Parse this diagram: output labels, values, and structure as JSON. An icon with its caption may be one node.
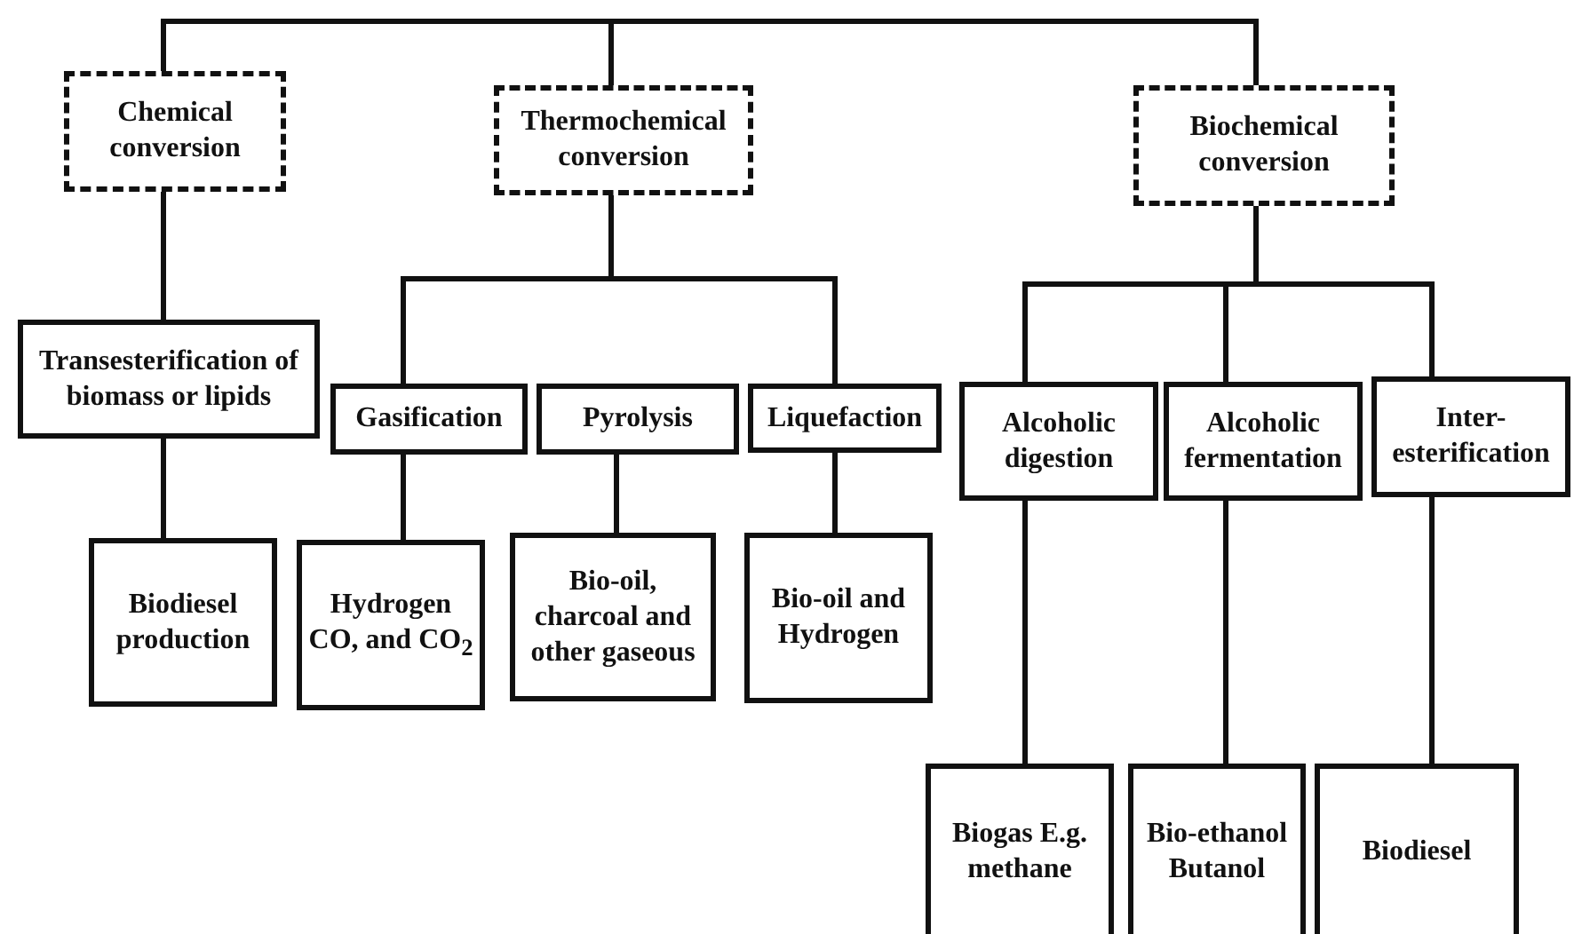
{
  "diagram": {
    "nodes": [
      {
        "text": [
          "Chemical conversion"
        ]
      },
      {
        "text": [
          "Thermochemical conversion"
        ]
      },
      {
        "text": [
          "Biochemical conversion"
        ]
      },
      {
        "text": [
          "Transesterification of biomass or lipids"
        ]
      },
      {
        "text": [
          "Gasification"
        ]
      },
      {
        "text": [
          "Pyrolysis"
        ]
      },
      {
        "text": [
          "Liquefaction"
        ]
      },
      {
        "text": [
          "Alcoholic digestion"
        ]
      },
      {
        "text": [
          "Alcoholic fermentation"
        ]
      },
      {
        "text": [
          "Inter-esterification"
        ]
      },
      {
        "text": [
          "Biodiesel production"
        ]
      },
      {
        "text": [
          "Hydrogen CO, and CO$_{2}$"
        ]
      },
      {
        "text": [
          "Bio-oil, charcoal and other gaseous"
        ]
      },
      {
        "text": [
          "Bio-oil and Hydrogen"
        ]
      },
      {
        "text": [
          "Biogas E.g. methane"
        ]
      },
      {
        "text": [
          "Bio-ethanol Butanol"
        ]
      },
      {
        "text": [
          "Biodiesel"
        ]
      }
    ],
    "edges": [
      {
        "from": 0,
        "to": 1,
        "arrow": "none"
      },
      {
        "from": 1,
        "to": 2,
        "arrow": "none"
      },
      {
        "from": 0,
        "to": 3,
        "arrow": "none"
      },
      {
        "from": 1,
        "to": 4,
        "arrow": "none"
      },
      {
        "from": 1,
        "to": 6,
        "arrow": "none"
      },
      {
        "from": 2,
        "to": 7,
        "arrow": "none"
      },
      {
        "from": 2,
        "to": 8,
        "arrow": "none"
      },
      {
        "from": 2,
        "to": 9,
        "arrow": "none"
      },
      {
        "from": 3,
        "to": 10,
        "arrow": "none"
      },
      {
        "from": 4,
        "to": 11,
        "arrow": "none"
      },
      {
        "from": 5,
        "to": 12,
        "arrow": "none"
      },
      {
        "from": 6,
        "to": 13,
        "arrow": "none"
      },
      {
        "from": 7,
        "to": 14,
        "arrow": "none"
      },
      {
        "from": 8,
        "to": 15,
        "arrow": "none"
      },
      {
        "from": 9,
        "to": 16,
        "arrow": "none"
      }
    ]
  }
}
